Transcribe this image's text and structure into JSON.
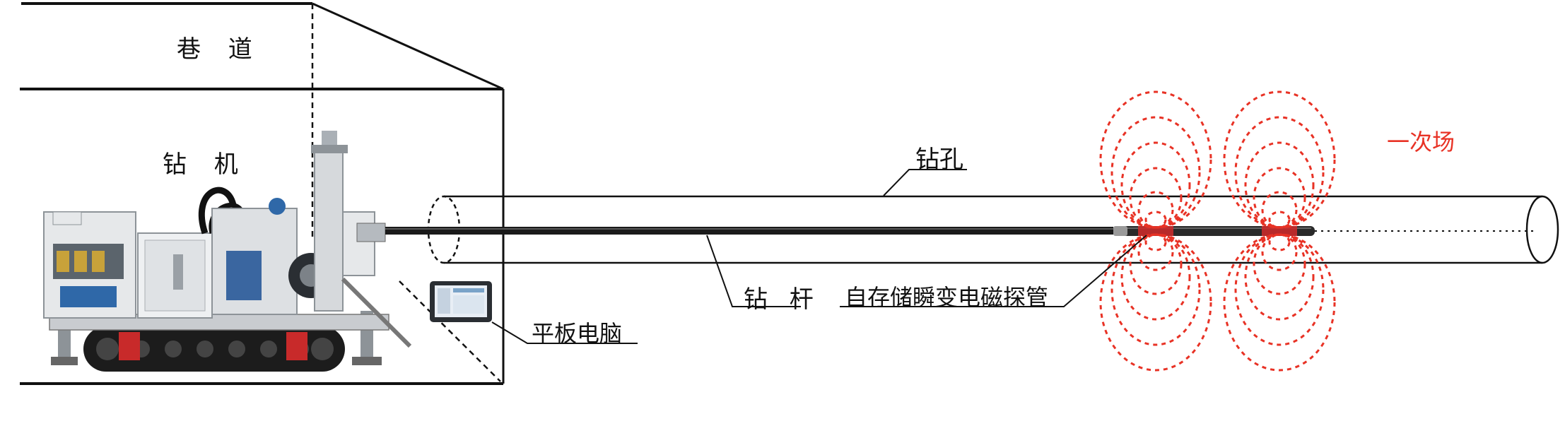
{
  "labels": {
    "roadway": "巷 道",
    "drill_rig": "钻 机",
    "borehole": "钻孔",
    "drill_rod": "钻 杆",
    "probe": "自存储瞬变电磁探管",
    "tablet": "平板电脑",
    "primary_field": "一次场"
  },
  "colors": {
    "line": "#111111",
    "field": "#e83225",
    "rig_body": "#e6e8ea",
    "rig_shadow": "#8d9398",
    "rig_red": "#c82a2a",
    "track": "#1c1c1c",
    "screen": "#2a2e33"
  }
}
